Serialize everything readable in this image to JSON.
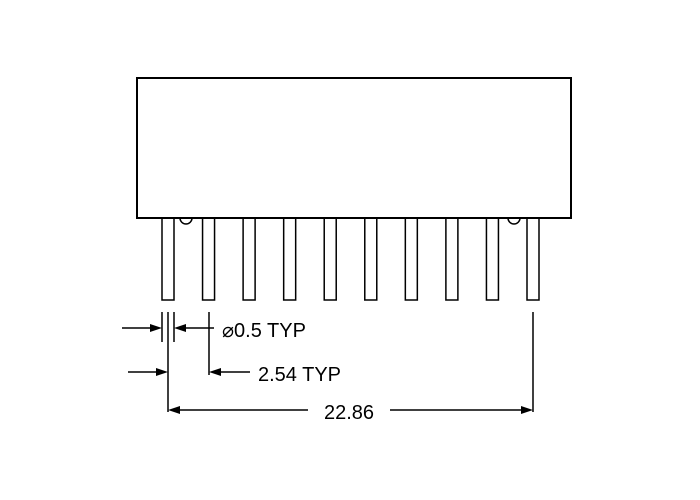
{
  "drawing": {
    "pin_count": 10,
    "pin_diameter_label": "⌀0.5 TYP",
    "pin_pitch_label": "2.54 TYP",
    "overall_span_label": "22.86",
    "colors": {
      "stroke": "#000000",
      "background": "#ffffff"
    }
  }
}
